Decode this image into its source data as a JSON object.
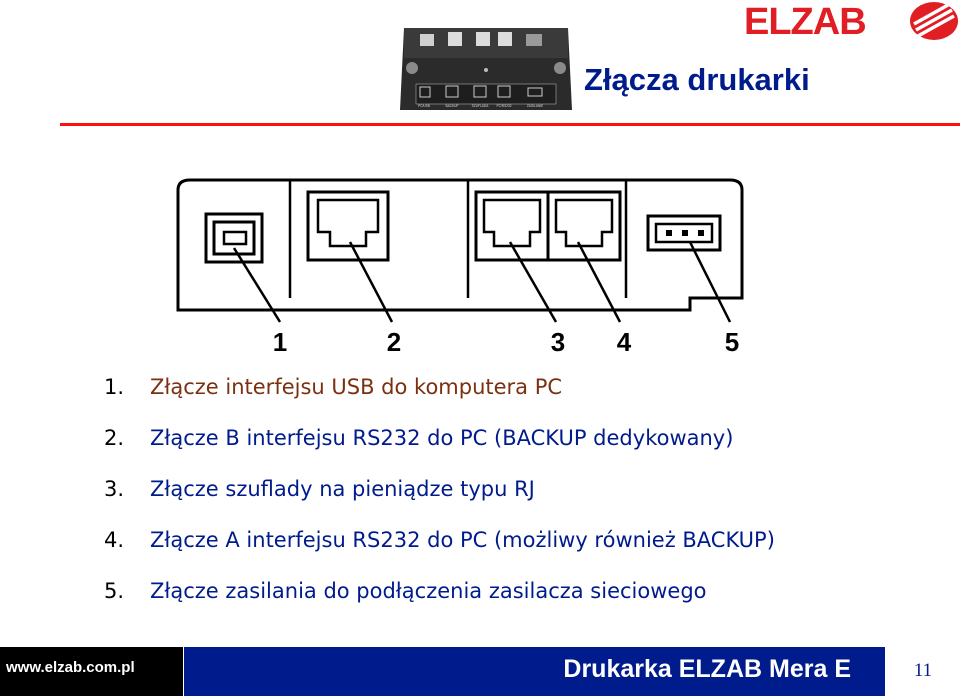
{
  "slide": {
    "title": "Złącza drukarki",
    "page_number": "11"
  },
  "logo": {
    "text": "ELZAB",
    "color": "#e01e24"
  },
  "photo": {
    "port_labels": [
      "PC/USB",
      "BACKUP",
      "SZUFLADA",
      "PC/RS232",
      "ZASILANIE"
    ]
  },
  "diagram": {
    "callouts": [
      "1",
      "2",
      "3",
      "4",
      "5"
    ]
  },
  "items": [
    {
      "num": "1.",
      "text": "Złącze interfejsu USB do komputera PC"
    },
    {
      "num": "2.",
      "text": "Złącze B interfejsu RS232 do PC (BACKUP dedykowany)"
    },
    {
      "num": "3.",
      "text": "Złącze szuflady na pieniądze typu RJ"
    },
    {
      "num": "4.",
      "text": "Złącze A interfejsu RS232 do PC (możliwy również BACKUP)"
    },
    {
      "num": "5.",
      "text": "Złącze zasilania do podłączenia zasilacza sieciowego"
    }
  ],
  "footer": {
    "url": "www.elzab.com.pl",
    "product": "Drukarka ELZAB Mera E"
  },
  "colors": {
    "title": "#001b8c",
    "rule": "#ff1010",
    "footer_bar": "#001b8c"
  }
}
